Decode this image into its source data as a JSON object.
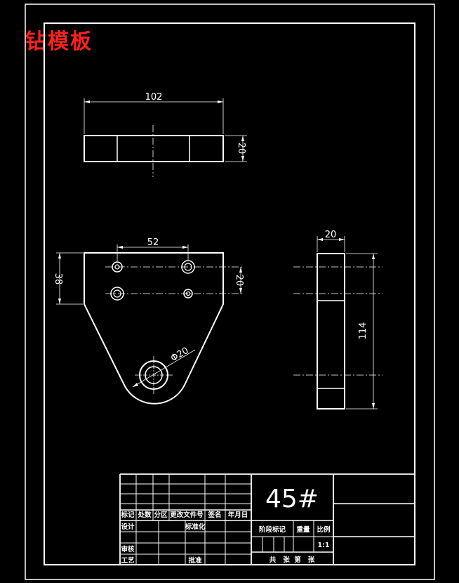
{
  "drawing": {
    "title": "钻模板",
    "material": "45#",
    "colors": {
      "background": "#000000",
      "lines": "#ffffff",
      "title": "#ff2020"
    }
  },
  "dimensions": {
    "top_width": "102",
    "top_height": "20",
    "front_hole_spacing": "52",
    "front_height": "38",
    "front_row_spacing": "20",
    "bore_diameter": "Φ20",
    "side_thickness": "20",
    "side_length": "114"
  },
  "title_block": {
    "headers": [
      "标记",
      "处数",
      "分区",
      "更改文件号",
      "签名",
      "年月日"
    ],
    "design": "设计",
    "standardization": "标准化",
    "review": "审核",
    "process": "工艺",
    "approve": "批准",
    "stage_mark": "阶段标记",
    "weight": "重量",
    "scale_label": "比例",
    "scale": "1:1",
    "sheets": "共   张  第   张"
  }
}
